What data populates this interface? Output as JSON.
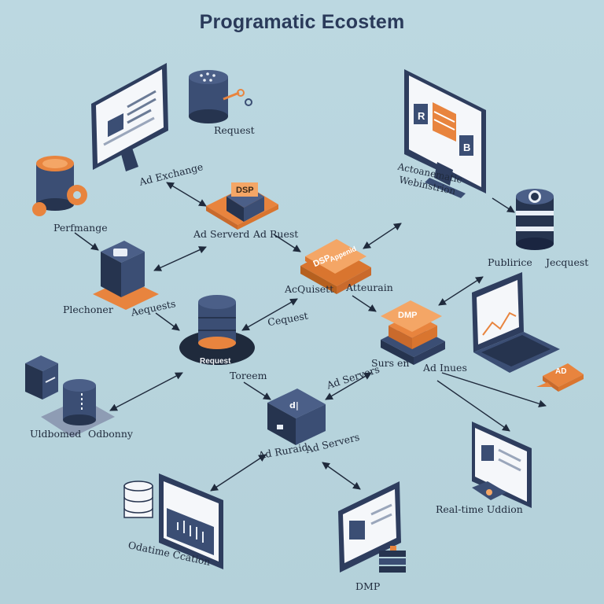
{
  "title": "Programatic Ecostem",
  "labels": {
    "request_top": "Request",
    "ad_exchange": "Ad Exchange",
    "ad_server_main": "Ad Serverd",
    "ad_request": "Ad Ruest",
    "perfmange": "Perfmange",
    "automatic_webinstrion": "Actoanematic Webinstrion",
    "plechoner": "Plechoner",
    "aequests": "Aequests",
    "acquisition": "AcQuisett",
    "cequest": "Cequest",
    "atteurain": "Atteurain",
    "publisher": "Publirice",
    "jequest": "Jecquest",
    "ad_servers_right": "Ad Servers",
    "surs_en": "Surs en",
    "ad_inues": "Ad Inues",
    "toreem": "Toreem",
    "unbomed": "Uldbomed",
    "odbonny": "Odbonny",
    "ad_ruraid": "Ad Ruraid",
    "ad_servers_bottom": "Ad Servers",
    "realtime": "Real-time Uddion",
    "odatime": "Odatime Ccation",
    "dmp_bottom": "DMP"
  },
  "tags": {
    "dsp_top": "DSP",
    "dsp_center": "DSP",
    "append": "Appenid",
    "dmp_center": "DMP",
    "request_platform": "Request",
    "ad_card": "AD",
    "screen_r": "R",
    "screen_b": "B"
  },
  "colors": {
    "navy": "#3b4e74",
    "navy_dark": "#26344f",
    "orange": "#e8843e",
    "orange_light": "#f4a666",
    "background": "#b9d6df"
  }
}
